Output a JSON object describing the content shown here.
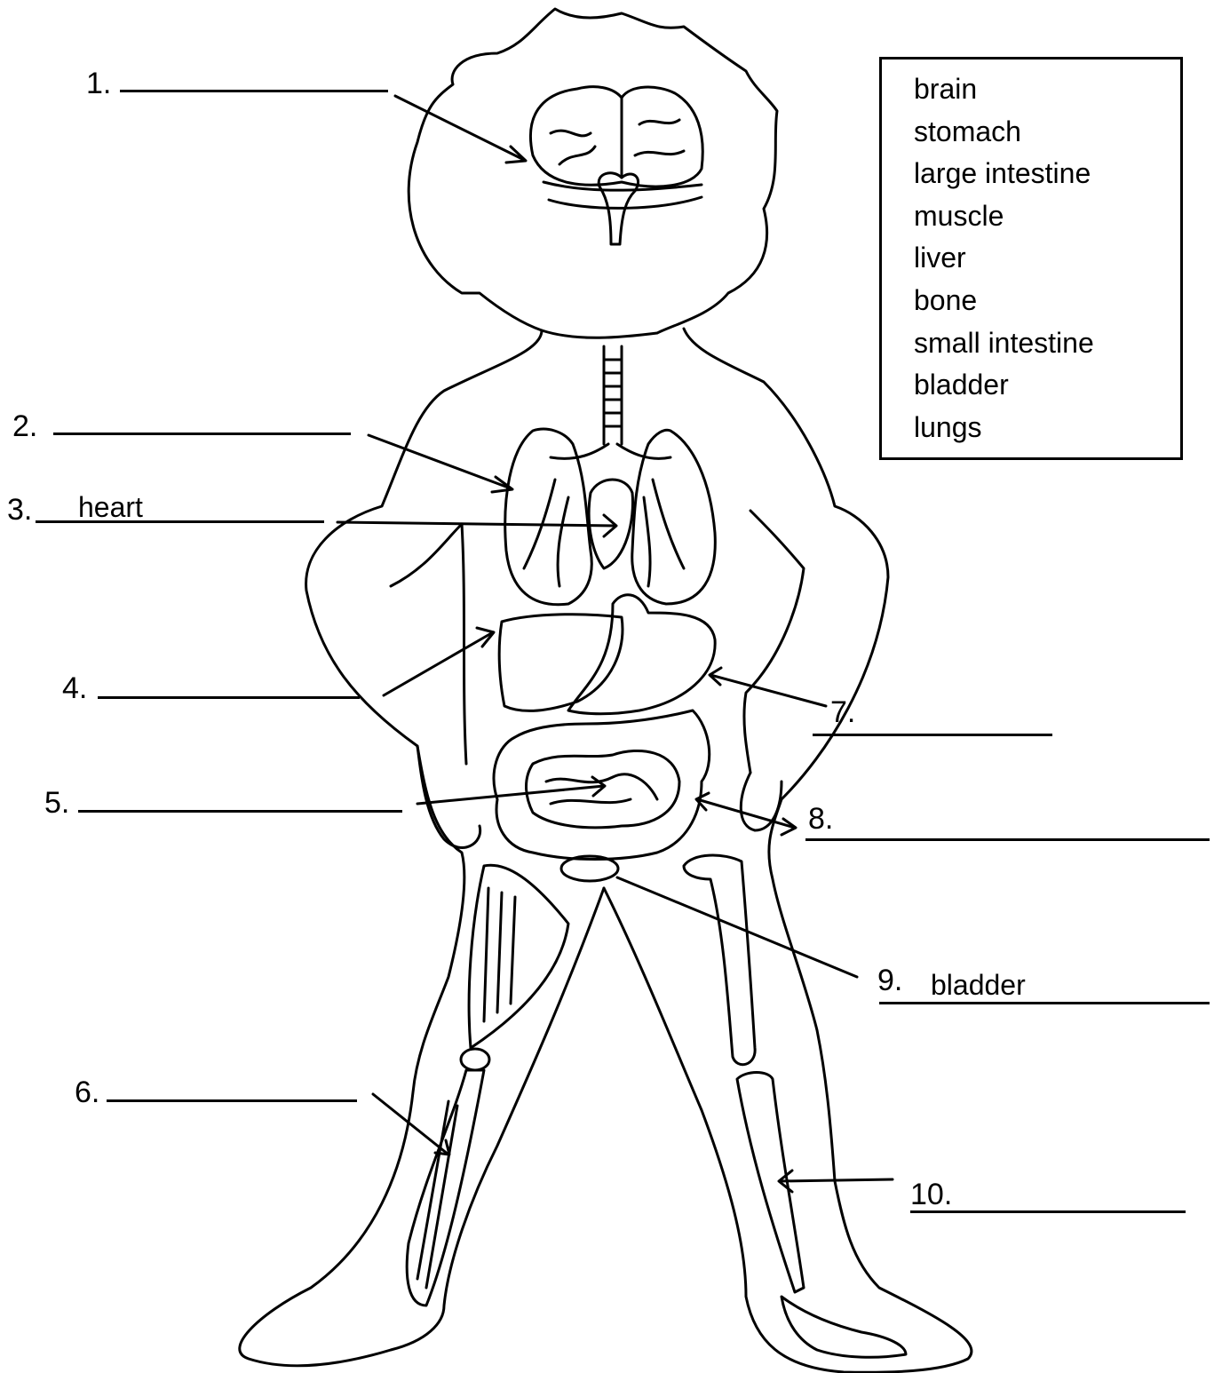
{
  "word_bank": [
    "brain",
    "stomach",
    "large intestine",
    "muscle",
    "liver",
    "bone",
    "small intestine",
    "bladder",
    "lungs"
  ],
  "labels": [
    {
      "number": "1.",
      "answer": ""
    },
    {
      "number": "2.",
      "answer": ""
    },
    {
      "number": "3.",
      "answer": "heart"
    },
    {
      "number": "4.",
      "answer": ""
    },
    {
      "number": "5.",
      "answer": ""
    },
    {
      "number": "6.",
      "answer": ""
    },
    {
      "number": "7.",
      "answer": ""
    },
    {
      "number": "8.",
      "answer": ""
    },
    {
      "number": "9.",
      "answer": "bladder"
    },
    {
      "number": "10.",
      "answer": ""
    }
  ]
}
